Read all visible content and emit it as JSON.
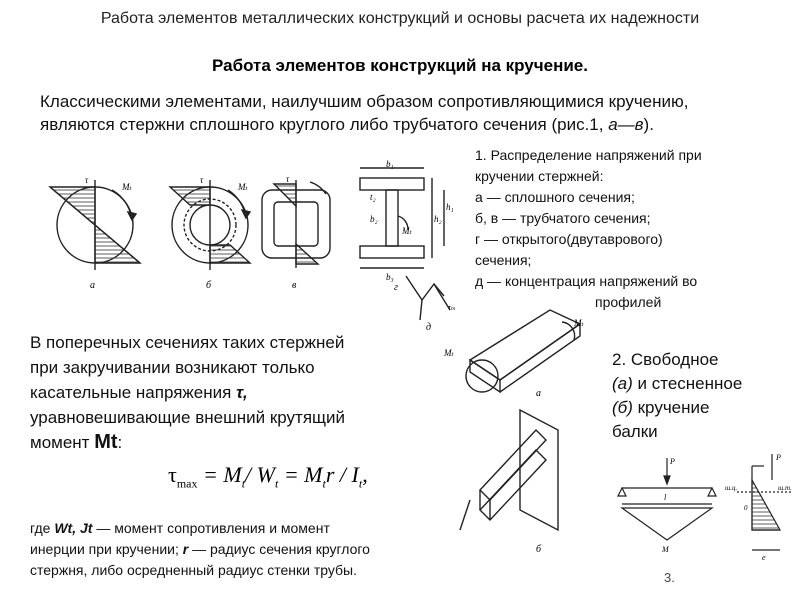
{
  "header": {
    "title": "Работа элементов металлических конструкций и основы расчета их надежности",
    "subtitle": "Работа элементов конструкций на кручение."
  },
  "intro": {
    "text_before": "Классическими элементами, наилучшим образом сопротивляющимися кручению, являются стержни сплошного круглого либо трубчатого сечения (рис.1, ",
    "text_italic": "а—в",
    "text_after": ")."
  },
  "figure1": {
    "caption_lines": [
      "1. Распределение напряжений при",
      "кручении стержней:",
      "а — сплошного сечения;",
      "б, в — трубчатого сечения;",
      "г — открытого(двутаврового)",
      "сечения;",
      "д — концентрация напряжений во",
      "профилей"
    ],
    "labels": {
      "a": "а",
      "b": "б",
      "v": "в",
      "g": "г",
      "d": "д",
      "tau": "τ",
      "mt": "Mₜ",
      "b1": "b₁",
      "b2": "b₂",
      "b3": "b₃",
      "h1": "h₁",
      "h2": "h₂",
      "t2": "t₂",
      "tau_max": "τₘ"
    }
  },
  "paragraph2": {
    "text": "В поперечных сечениях таких стержней при закручивании возникают только касательные напряжения ",
    "tau_bold": "τ,",
    "text2": " уравновешивающие внешний крутящий момент ",
    "moment": "Mt",
    "colon": ":"
  },
  "formula": {
    "tau": "τ",
    "max": "max",
    "eq1": " = M",
    "sub_t1": "t",
    "div1": "/ W",
    "sub_t2": "t",
    "eq2": " = M",
    "sub_t3": "t",
    "r": "r / I",
    "sub_t4": "t",
    "comma": ","
  },
  "figure2": {
    "caption_lines": [
      "2. Свободное"
    ],
    "caption_a_italic": "(а)",
    "caption_a_text": " и стесненное",
    "caption_b_italic": "(б)",
    "caption_b_text": " кручение",
    "caption_last": "балки",
    "labels": {
      "a": "а",
      "b": "б",
      "mt": "Mₜ",
      "p": "P",
      "l": "l",
      "m": "M",
      "e": "e",
      "shcm": "ш.ц.",
      "shct": "ш.т.",
      "o": "0"
    }
  },
  "note": {
    "line1_pre": "где ",
    "line1_bold": "Wt, Jt",
    "line1_post": " — момент сопротивления и момент",
    "line2_pre": "инерции при кручении; ",
    "line2_bold": "r",
    "line2_post": " — радиус сечения круглого",
    "line3": "стержня, либо осредненный радиус стенки трубы."
  },
  "page_number": "3."
}
